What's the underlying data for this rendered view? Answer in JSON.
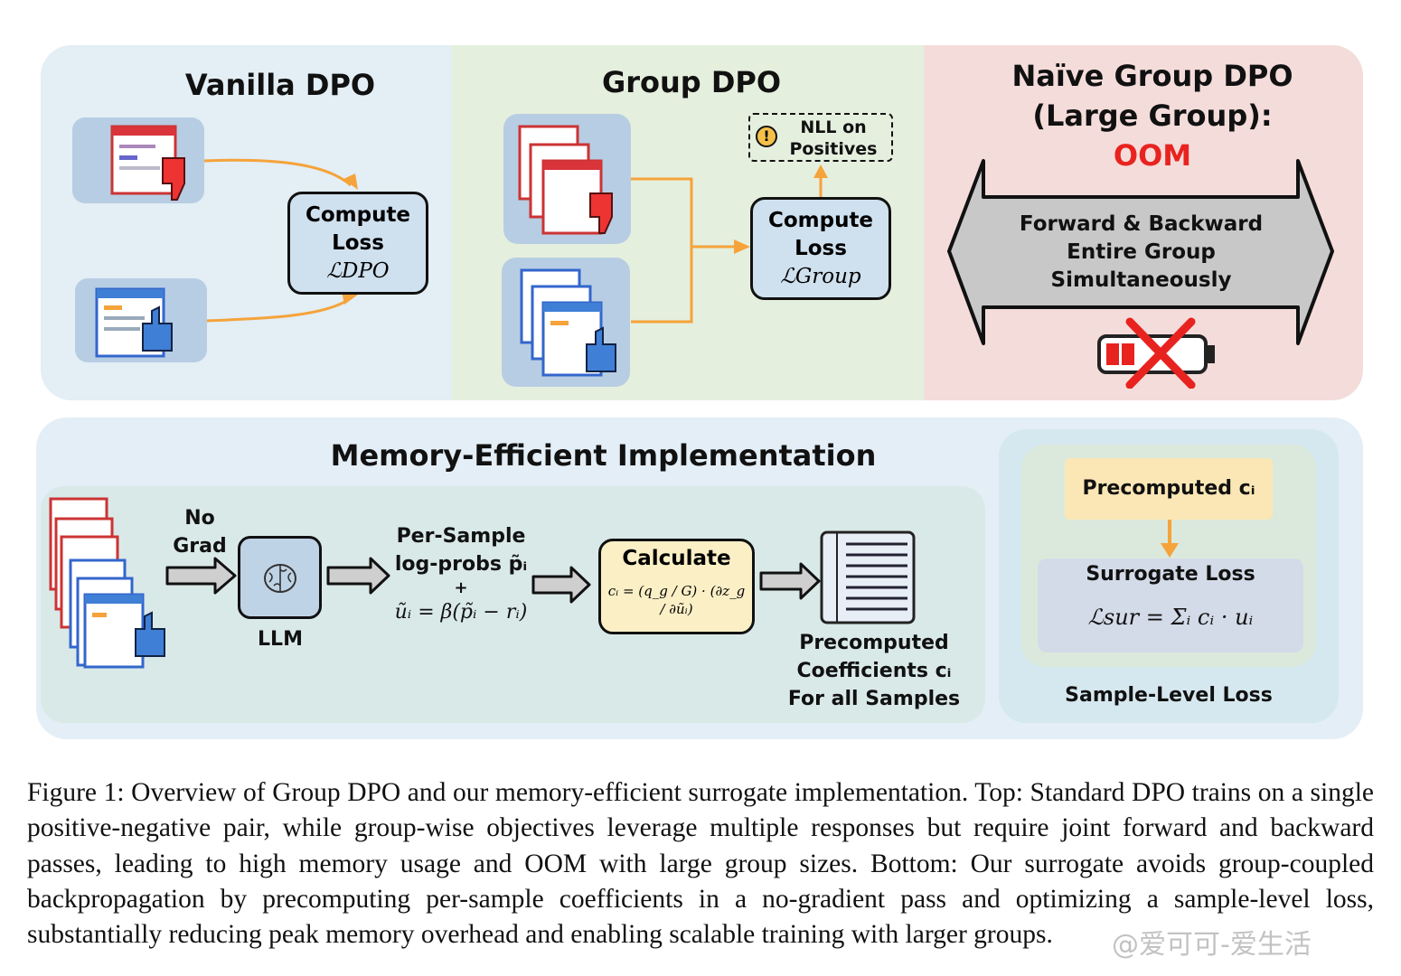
{
  "top": {
    "vanilla": {
      "title": "Vanilla DPO",
      "box_lines": [
        "Compute",
        "Loss"
      ],
      "loss_symbol": "ℒDPO"
    },
    "group": {
      "title": "Group DPO",
      "box_lines": [
        "Compute",
        "Loss"
      ],
      "loss_symbol": "ℒGroup",
      "note_lines": [
        "NLL on",
        "Positives"
      ]
    },
    "naive": {
      "title_lines": [
        "Naïve Group DPO",
        "(Large Group):"
      ],
      "oom": "OOM",
      "arrow_lines": [
        "Forward & Backward",
        "Entire Group",
        "Simultaneously"
      ]
    }
  },
  "bottom": {
    "title": "Memory-Efficient Implementation",
    "no_grad": [
      "No",
      "Grad"
    ],
    "llm": "LLM",
    "per_sample": [
      "Per-Sample",
      "log-probs p̃ᵢ",
      "+",
      "ũᵢ = β(p̃ᵢ − rᵢ)"
    ],
    "calculate": "Calculate",
    "formula": "cᵢ = (q_g / G) · (∂z_g / ∂ũᵢ)",
    "precomputed": [
      "Precomputed",
      "Coefficients cᵢ",
      "For all Samples"
    ],
    "side": {
      "precomputed": "Precomputed cᵢ",
      "surrogate": "Surrogate Loss",
      "formula": "ℒsur = Σᵢ cᵢ · uᵢ",
      "footer": "Sample-Level Loss"
    }
  },
  "caption": "Figure 1: Overview of Group DPO and our memory-efficient surrogate implementation. Top: Standard DPO trains on a single positive-negative pair, while group-wise objectives leverage multiple responses but require joint forward and backward passes, leading to high memory usage and OOM with large group sizes. Bottom: Our surrogate avoids group-coupled backpropagation by precomputing per-sample coefficients in a no-gradient pass and optimizing a sample-level loss, substantially reducing peak memory overhead and enabling scalable training with larger groups.",
  "watermark": "@爱可可-爱生活",
  "colors": {
    "orange_arrow": "#f5a33a",
    "oom_red": "#e8231f",
    "negative_red": "#d9343a",
    "positive_blue": "#3f7fd6"
  }
}
